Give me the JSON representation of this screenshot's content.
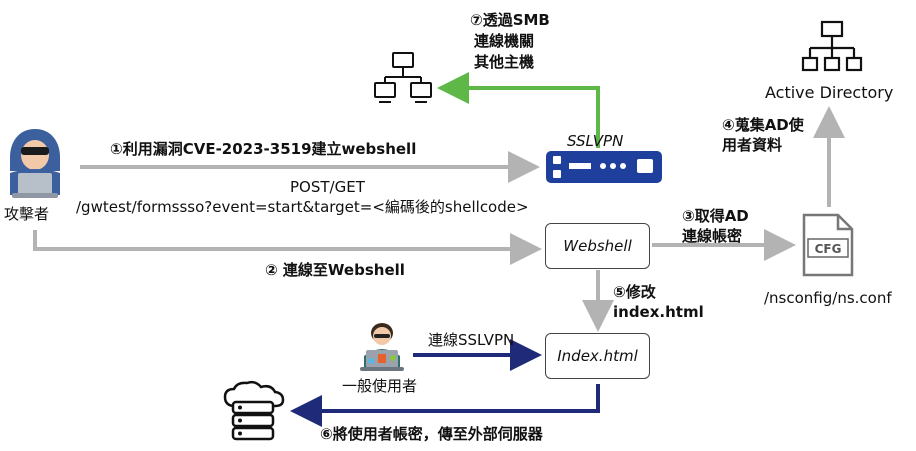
{
  "attacker": {
    "label": "攻擊者"
  },
  "user": {
    "label": "一般使用者"
  },
  "sslvpn": {
    "label": "SSLVPN"
  },
  "active_directory": {
    "label": "Active Directory"
  },
  "config": {
    "path": "/nsconfig/ns.conf",
    "icon_text": "CFG"
  },
  "webshell": {
    "label": "Webshell"
  },
  "index_html": {
    "label": "Index.html"
  },
  "steps": {
    "s1": "①利用漏洞CVE-2023-3519建立webshell",
    "s1_detail_line1": "POST/GET",
    "s1_detail_line2": "/gwtest/formssso?event=start&target=<編碼後的shellcode>",
    "s2": "② 連線至Webshell",
    "s3_line1": "③取得AD",
    "s3_line2": "連線帳密",
    "s4_line1": "④蒐集AD使",
    "s4_line2": "用者資料",
    "s5_line1": "⑤修改",
    "s5_line2": "index.html",
    "s6": "⑥將使用者帳密，傳至外部伺服器",
    "s7_line1": "⑦透過SMB",
    "s7_line2": "連線機關",
    "s7_line3": "其他主機",
    "user_connect": "連線SSLVPN"
  },
  "colors": {
    "gray_arrow": "#b3b3b3",
    "green_arrow": "#5db848",
    "navy_arrow": "#1f2a78",
    "hoodie": "#3c5f9e",
    "device_blue": "#1e3f9c"
  }
}
